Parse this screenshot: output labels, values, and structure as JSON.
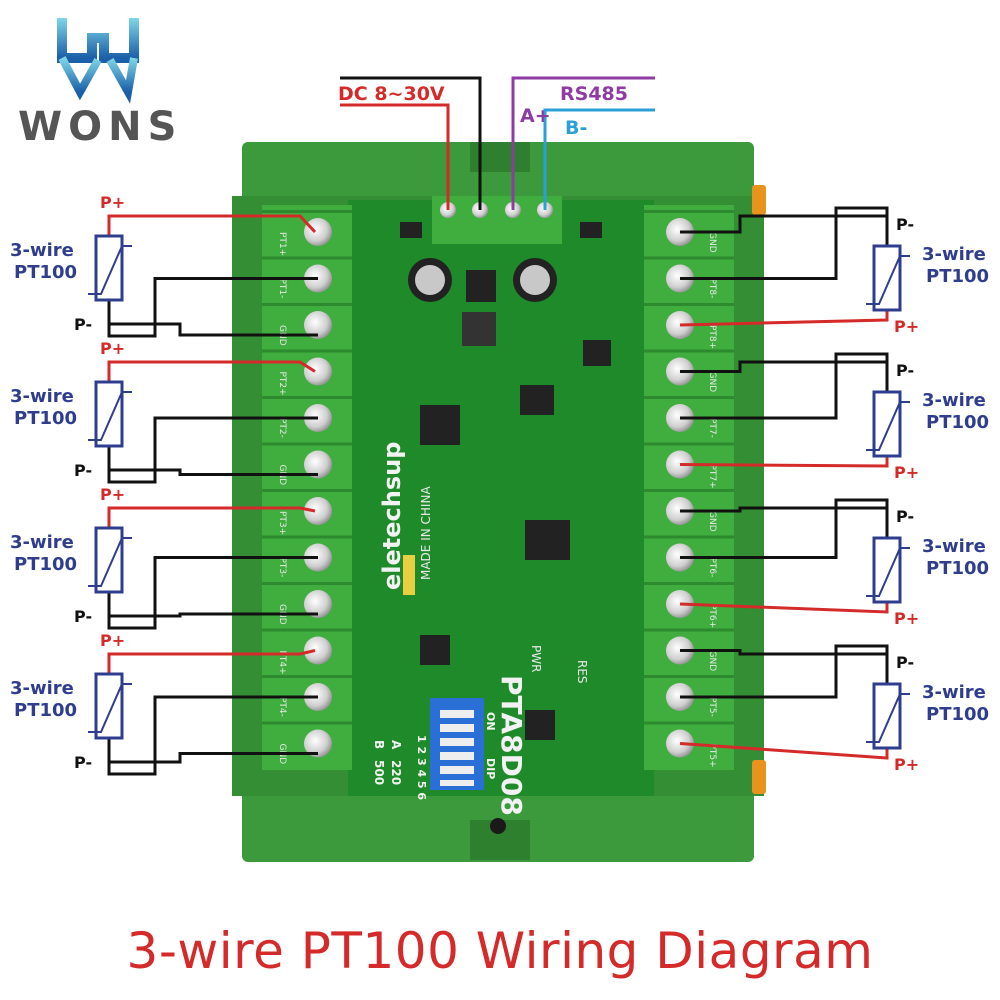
{
  "logo": {
    "text": "WONS",
    "colors": {
      "grad_top": "#7fd6e8",
      "grad_bottom": "#1a5fa8",
      "text": "#555555"
    }
  },
  "power": {
    "label": "DC 8~30V",
    "color": "#d42a2a"
  },
  "rs485": {
    "label": "RS485",
    "a_label": "A+",
    "b_label": "B-",
    "a_color": "#8e3ba4",
    "b_color": "#2aa0d6"
  },
  "sensors": {
    "p_plus": "P+",
    "p_minus": "P-",
    "line1": "3-wire",
    "line2": "PT100"
  },
  "board": {
    "brand": "eletechsup",
    "model": "PTA8D08",
    "made_in": "MADE IN CHINA",
    "dip_on": "ON",
    "dip_label": "DIP",
    "dip_numbers": "1 2 3 4 5 6",
    "opt_a": "A",
    "opt_a_val": "220",
    "opt_b": "B",
    "opt_b_val": "500",
    "pwr": "PWR",
    "res": "RES",
    "left_terms": [
      "PT1+",
      "PT1-",
      "GND",
      "PT2+",
      "PT2-",
      "GND",
      "PT3+",
      "PT3-",
      "GND",
      "PT4+",
      "PT4-",
      "GND"
    ],
    "right_terms": [
      "GND",
      "PT8-",
      "PT8+",
      "GND",
      "PT7-",
      "PT7+",
      "GND",
      "PT6-",
      "PT6+",
      "GND",
      "PT5-",
      "PT5+"
    ],
    "colors": {
      "enclosure": "#3c9a3c",
      "pcb": "#1f8a2a",
      "terminal": "#3fae3f",
      "screw": "#c9c9c9"
    }
  },
  "title": "3-wire PT100 Wiring Diagram"
}
